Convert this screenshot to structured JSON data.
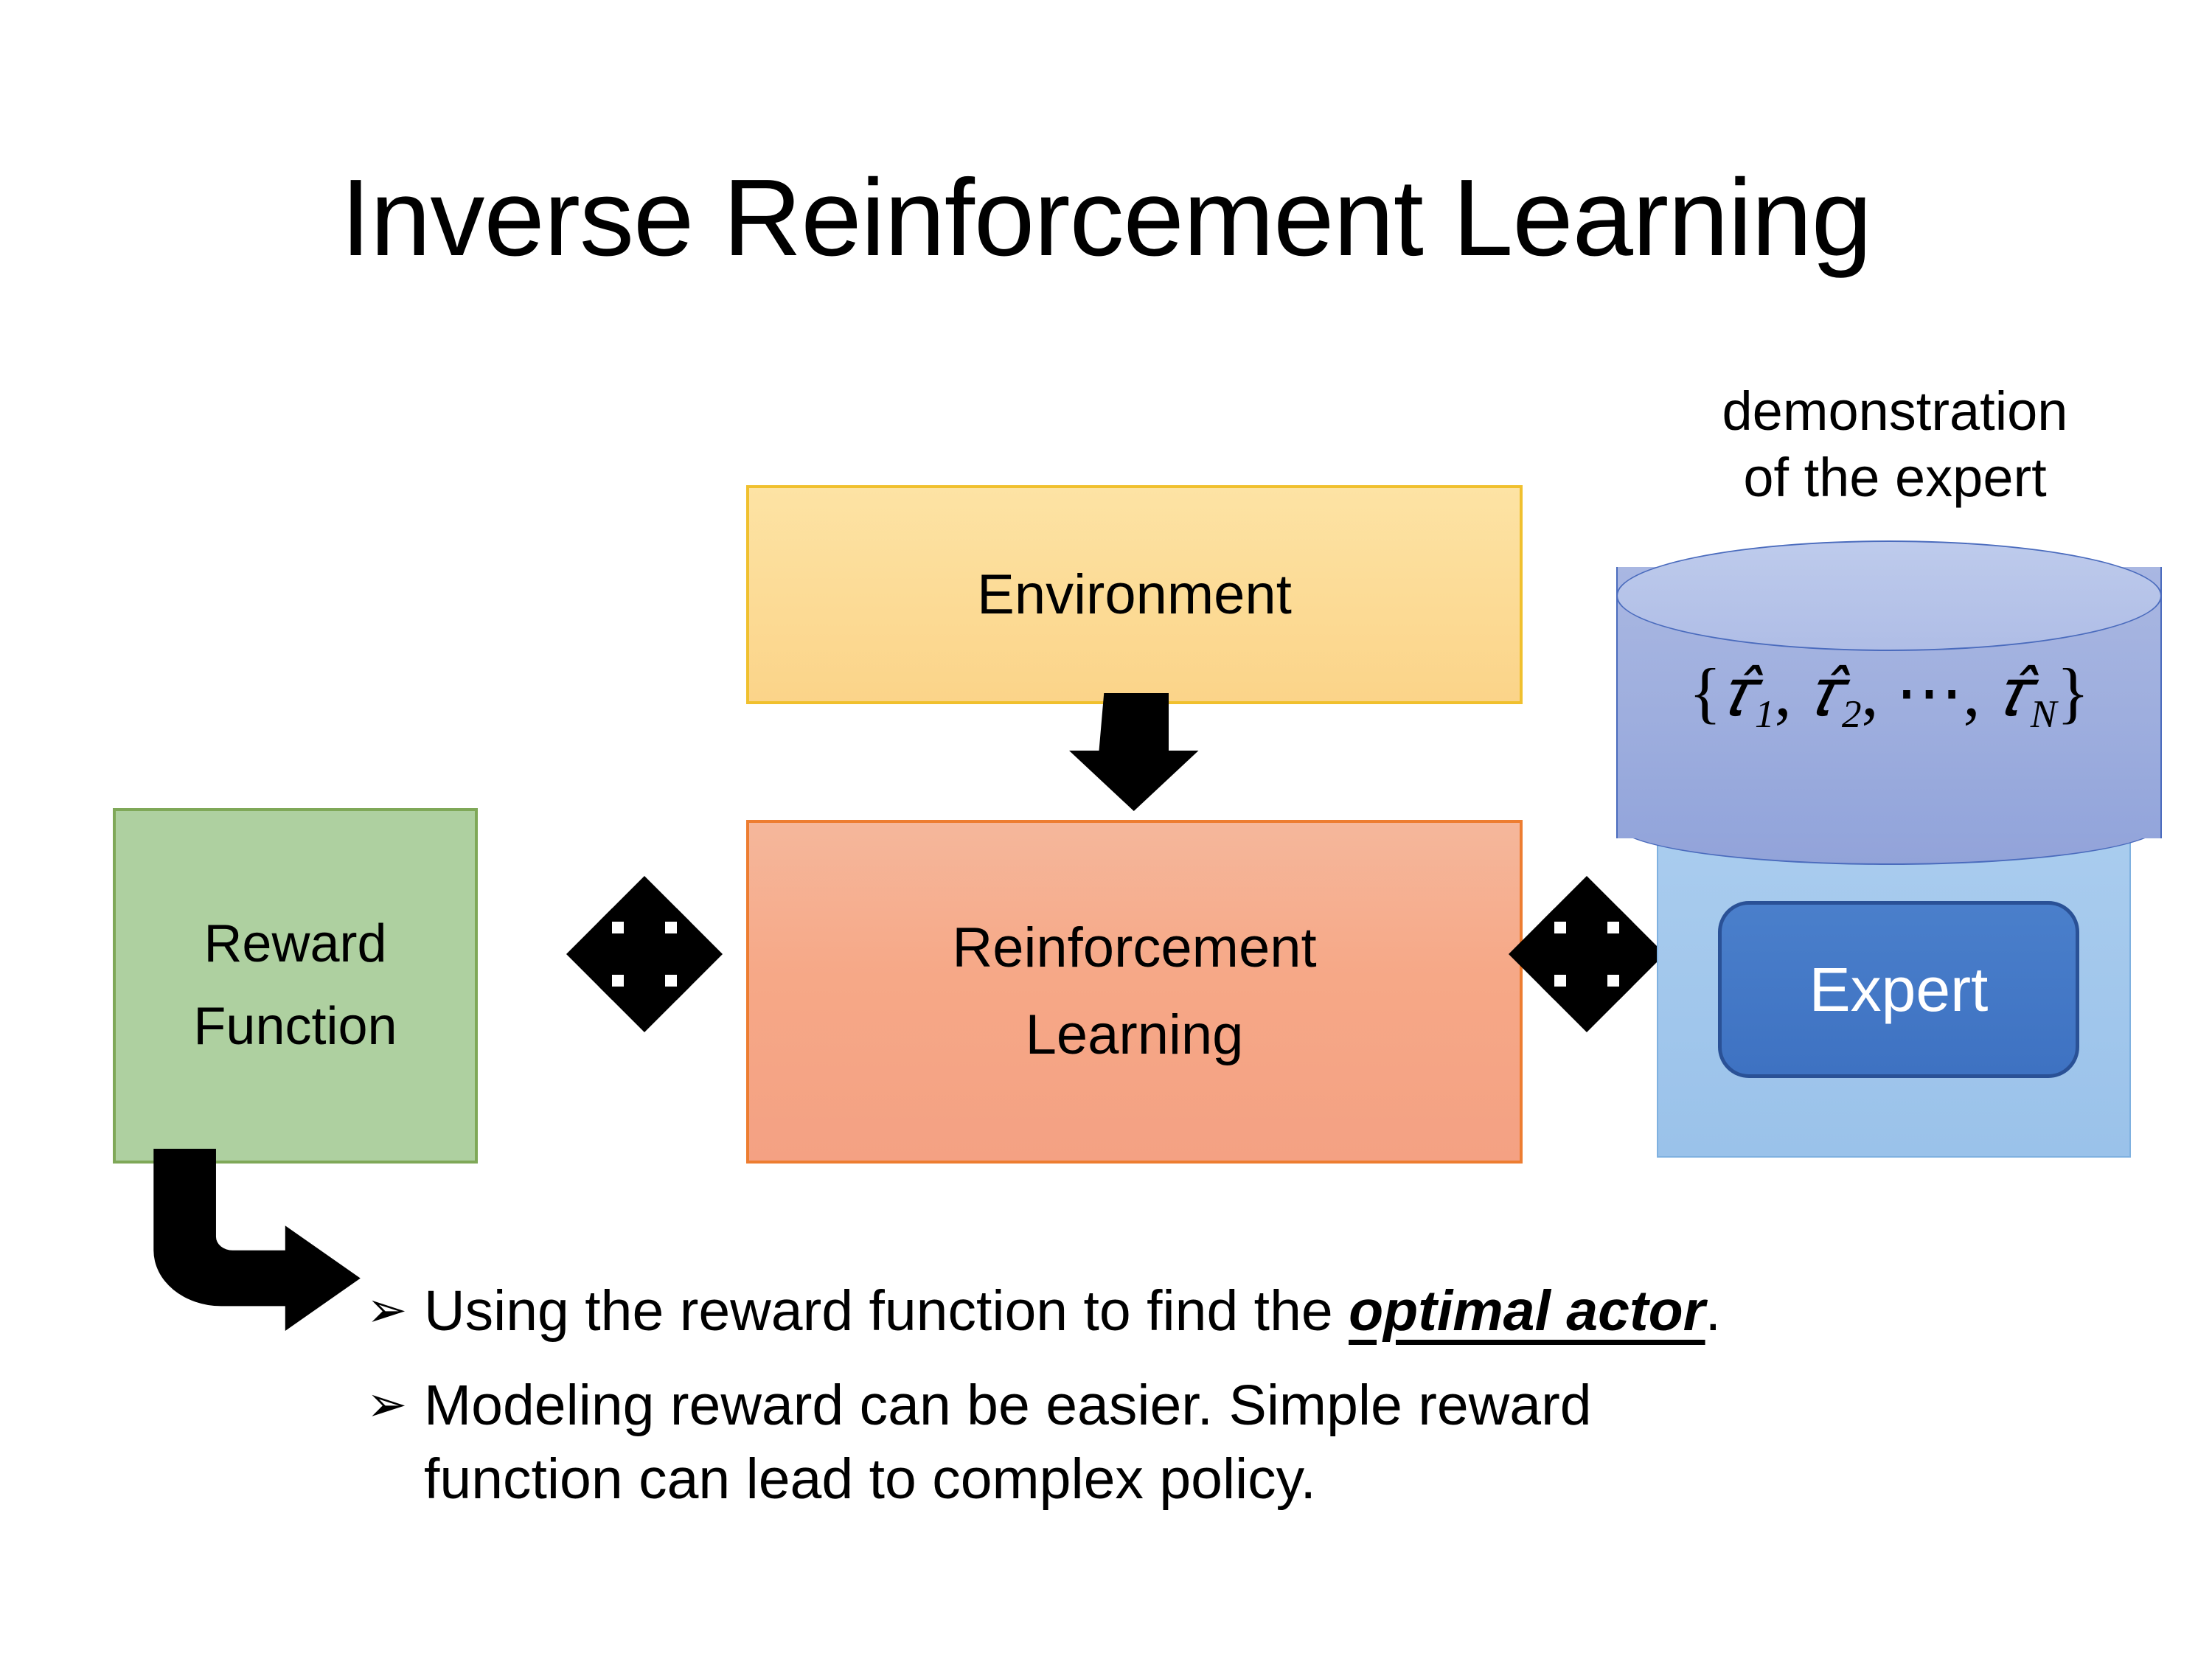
{
  "slide": {
    "title": "Inverse Reinforcement Learning",
    "background_color": "#FFFFFF"
  },
  "diagram": {
    "environment_box": {
      "label": "Environment",
      "fill_color": "#FBD489",
      "border_color": "#F0C02E"
    },
    "rl_box": {
      "label_line1": "Reinforcement",
      "label_line2": "Learning",
      "fill_color": "#F6A887",
      "border_color": "#ED7D31"
    },
    "reward_box": {
      "label_line1": "Reward",
      "label_line2": "Function",
      "fill_color": "#AED0A0",
      "border_color": "#7FA858"
    },
    "expert_group": {
      "caption_line1": "demonstration",
      "caption_line2": "of the expert",
      "cylinder": {
        "formula_open": "{",
        "formula_terms": [
          "τ̂1",
          "τ̂2",
          "⋯",
          "τ̂N"
        ],
        "formula_plain": "{τ̂₁, τ̂₂, ⋯, τ̂ₙ}",
        "fill_color": "#9EAEDE",
        "border_color": "#4A6BBD"
      },
      "back_rect": {
        "fill_color": "#9AC2EA",
        "border_color": "#7FB1E0"
      },
      "expert_chip": {
        "label": "Expert",
        "fill_color": "#3E72C2",
        "border_color": "#2A5196",
        "text_color": "#FFFFFF"
      }
    },
    "connectors": {
      "env_to_rl": "down-arrow",
      "reward_to_rl": "four-way-arrow",
      "rl_to_expert": "four-way-arrow",
      "reward_to_bullet": "bent-arrow",
      "color": "#000000"
    }
  },
  "bullets": {
    "marker": "➢",
    "items": [
      {
        "prefix": "Using the reward function to find the ",
        "emphasis": "optimal actor",
        "suffix": ".",
        "line2": ""
      },
      {
        "prefix": "Modeling reward can be easier. Simple reward",
        "emphasis": "",
        "suffix": "",
        "line2": "function can lead to complex policy."
      }
    ]
  }
}
